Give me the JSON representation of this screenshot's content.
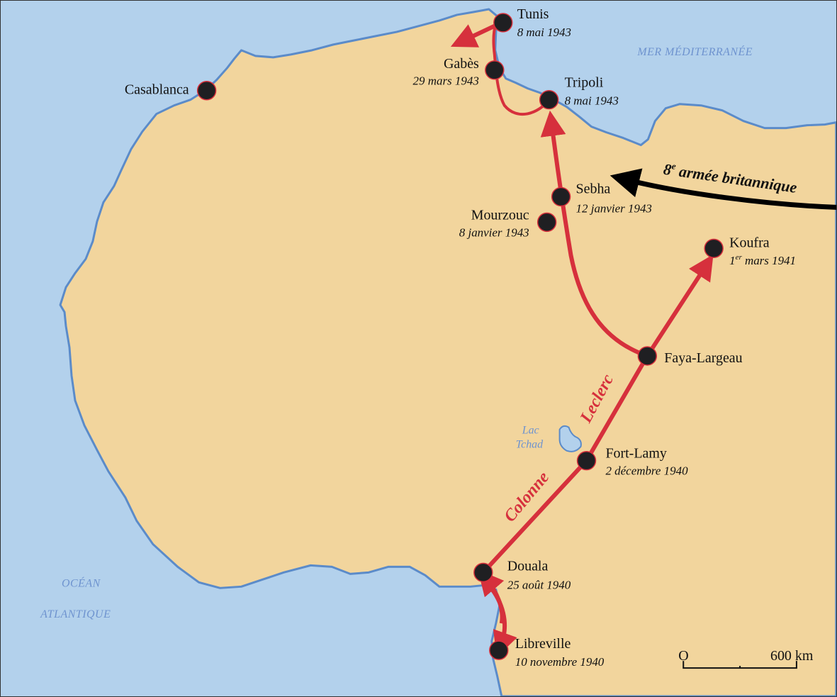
{
  "colors": {
    "sea": "#b3d1ec",
    "land": "#f2d59d",
    "coast": "#5b8bc9",
    "route": "#d6303c",
    "british_route": "#000000",
    "city_dot": "#1f1f22"
  },
  "seas": {
    "mediterranean": "MER MÉDITERRANÉE",
    "atlantic_line1": "OCÉAN",
    "atlantic_line2": "ATLANTIQUE"
  },
  "lake": {
    "line1": "Lac",
    "line2": "Tchad"
  },
  "cities": {
    "tunis": {
      "name": "Tunis",
      "date": "8 mai 1943"
    },
    "gabes": {
      "name": "Gabès",
      "date": "29 mars 1943"
    },
    "tripoli": {
      "name": "Tripoli",
      "date": "8 mai 1943"
    },
    "casablanca": {
      "name": "Casablanca"
    },
    "sebha": {
      "name": "Sebha",
      "date": "12 janvier 1943"
    },
    "mourzouc": {
      "name": "Mourzouc",
      "date": "8 janvier 1943"
    },
    "koufra": {
      "name": "Koufra",
      "date_ordinal": "1",
      "date_sup": "er",
      "date_rest": " mars 1941"
    },
    "faya": {
      "name": "Faya-Largeau"
    },
    "fortlamy": {
      "name": "Fort-Lamy",
      "date": "2 décembre 1940"
    },
    "douala": {
      "name": "Douala",
      "date": "25 août 1940"
    },
    "libreville": {
      "name": "Libreville",
      "date": "10 novembre 1940"
    }
  },
  "routes": {
    "column_word1": "Colonne",
    "column_word2": "Leclerc",
    "british_ordinal": "8",
    "british_sup": "e",
    "british_rest": " armée britannique"
  },
  "scale": {
    "start": "O",
    "end": "600 km"
  }
}
